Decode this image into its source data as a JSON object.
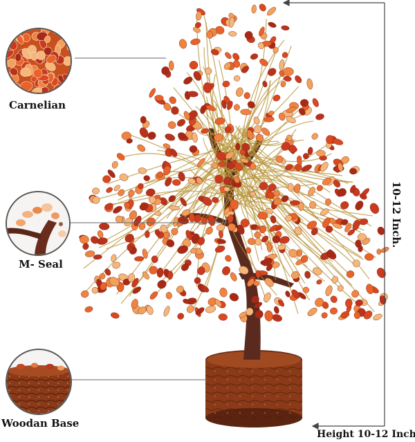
{
  "callouts": [
    {
      "label": "Carnelian"
    },
    {
      "label": "M- Seal"
    },
    {
      "label": "Woodan Base"
    }
  ],
  "dimensions": {
    "vertical_label": "10-12 Inch.",
    "bottom_label": "Height 10-12 Inch."
  },
  "colors": {
    "stone_orange": "#e8622a",
    "stone_red": "#b8321c",
    "stone_peach": "#f2a15c",
    "trunk": "#5a2a1e",
    "wire_gold": "#b8963c",
    "base_dark": "#7a3414"
  }
}
